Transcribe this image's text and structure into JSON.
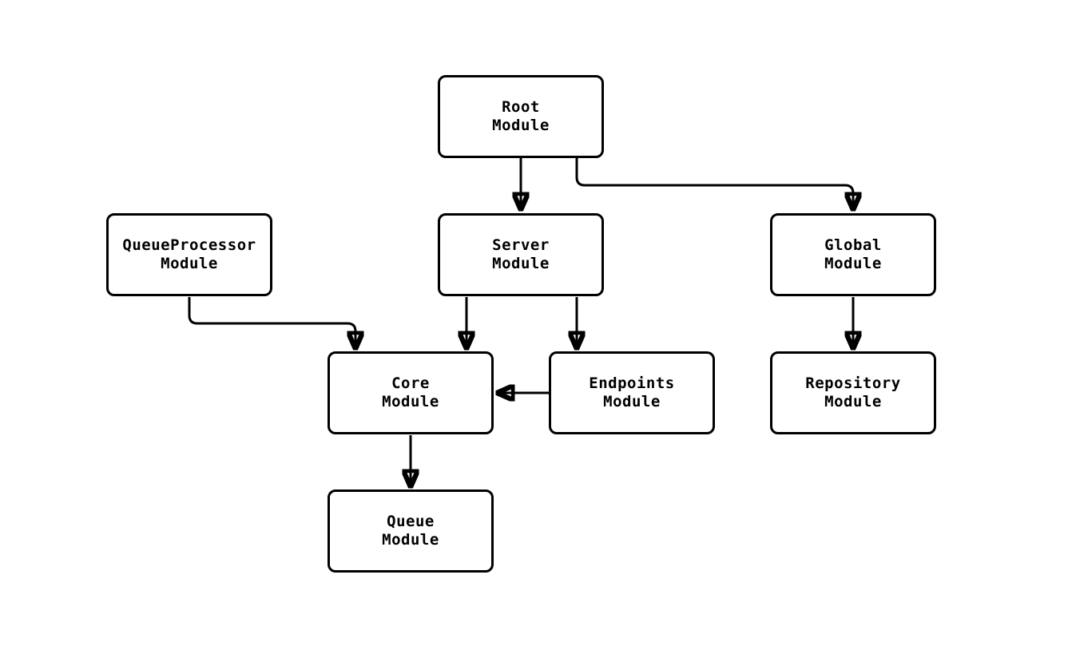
{
  "diagram": {
    "type": "flowchart",
    "background_color": "#ffffff",
    "stroke_color": "#000000",
    "node_fill_color": "#ffffff",
    "text_color": "#000000",
    "nodes": [
      {
        "id": "root",
        "label": "Root\nModule"
      },
      {
        "id": "queueprocessor",
        "label": "QueueProcessor\nModule"
      },
      {
        "id": "server",
        "label": "Server\nModule"
      },
      {
        "id": "global",
        "label": "Global\nModule"
      },
      {
        "id": "core",
        "label": "Core\nModule"
      },
      {
        "id": "endpoints",
        "label": "Endpoints\nModule"
      },
      {
        "id": "repository",
        "label": "Repository\nModule"
      },
      {
        "id": "queue",
        "label": "Queue\nModule"
      }
    ],
    "edges": [
      {
        "from": "root",
        "to": "server"
      },
      {
        "from": "root",
        "to": "global"
      },
      {
        "from": "queueprocessor",
        "to": "core"
      },
      {
        "from": "server",
        "to": "core"
      },
      {
        "from": "server",
        "to": "endpoints"
      },
      {
        "from": "endpoints",
        "to": "core"
      },
      {
        "from": "core",
        "to": "queue"
      },
      {
        "from": "global",
        "to": "repository"
      }
    ]
  }
}
